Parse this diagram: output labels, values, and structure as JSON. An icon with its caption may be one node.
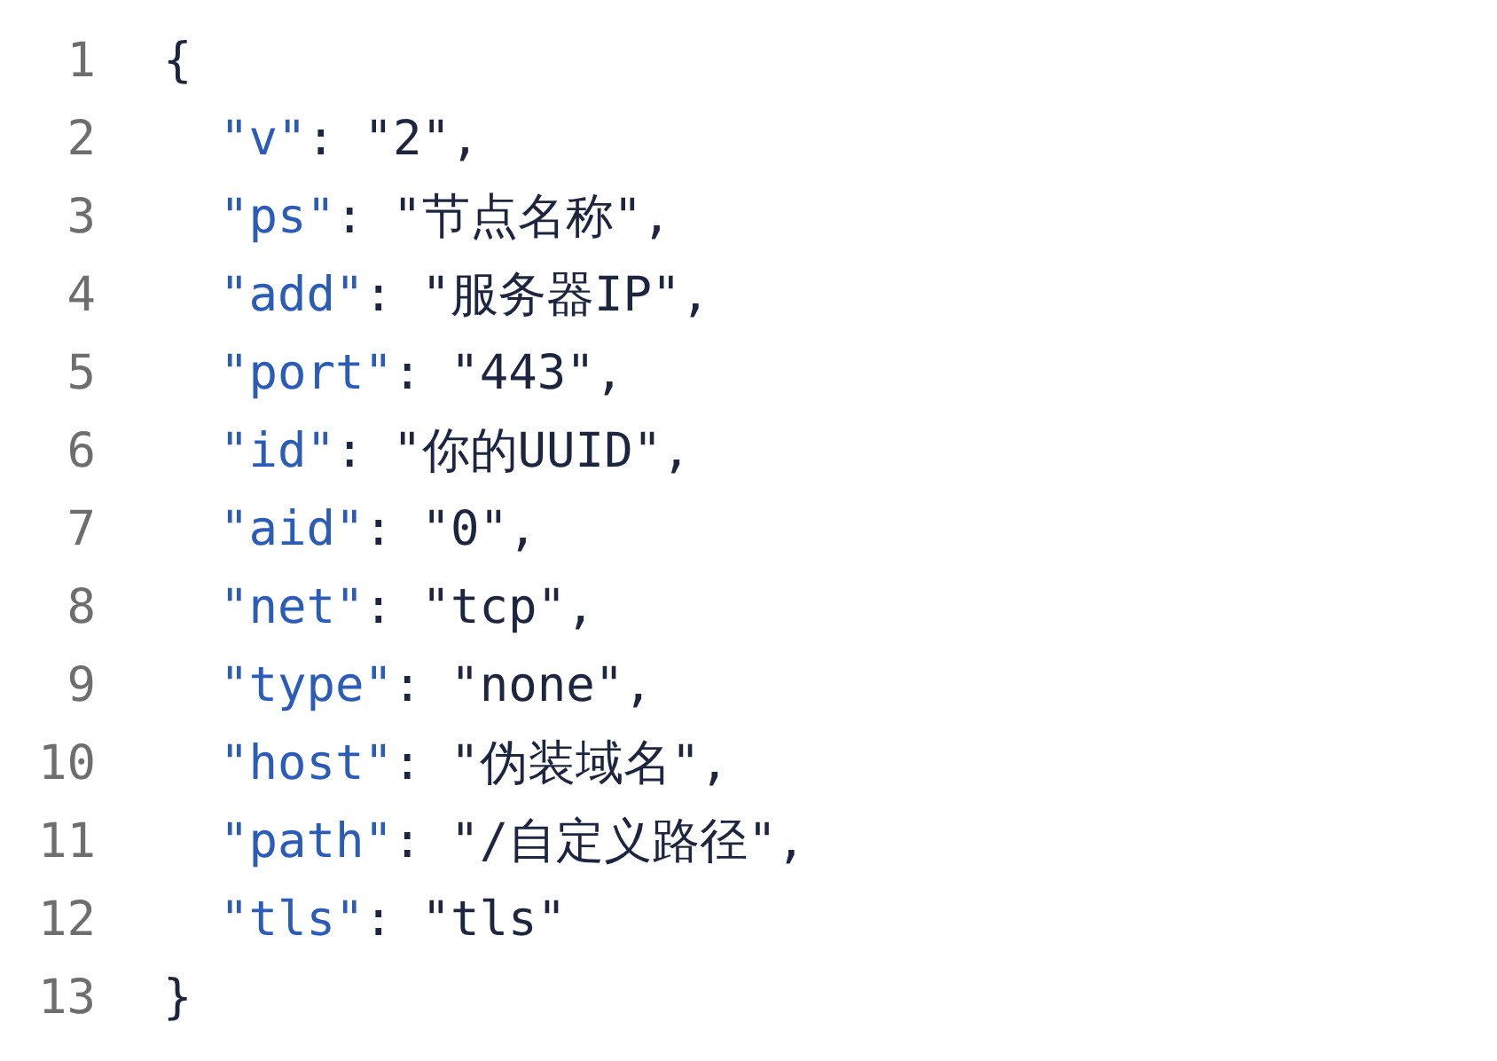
{
  "diagram": {
    "labels": [
      "1",
      "{",
      "2",
      "\"v\"",
      ": \"2\",",
      "3",
      "\"ps\"",
      ": \"节点名称\",",
      "4",
      "\"add\"",
      ": \"服务器IP\",",
      "5",
      "\"port\"",
      ": \"443\",",
      "6",
      "\"id\"",
      ": \"你的UUID\",",
      "7",
      "\"aid\"",
      ": \"0\",",
      "8",
      "\"net\"",
      ": \"tcp\",",
      "9",
      "\"type\"",
      ": \"none\",",
      "10",
      "\"host\"",
      ": \"伪装域名\",",
      "11",
      "\"path\"",
      ": \"/自定义路径\",",
      "12",
      "\"tls\"",
      ": \"tls\"",
      "13",
      "}"
    ]
  }
}
